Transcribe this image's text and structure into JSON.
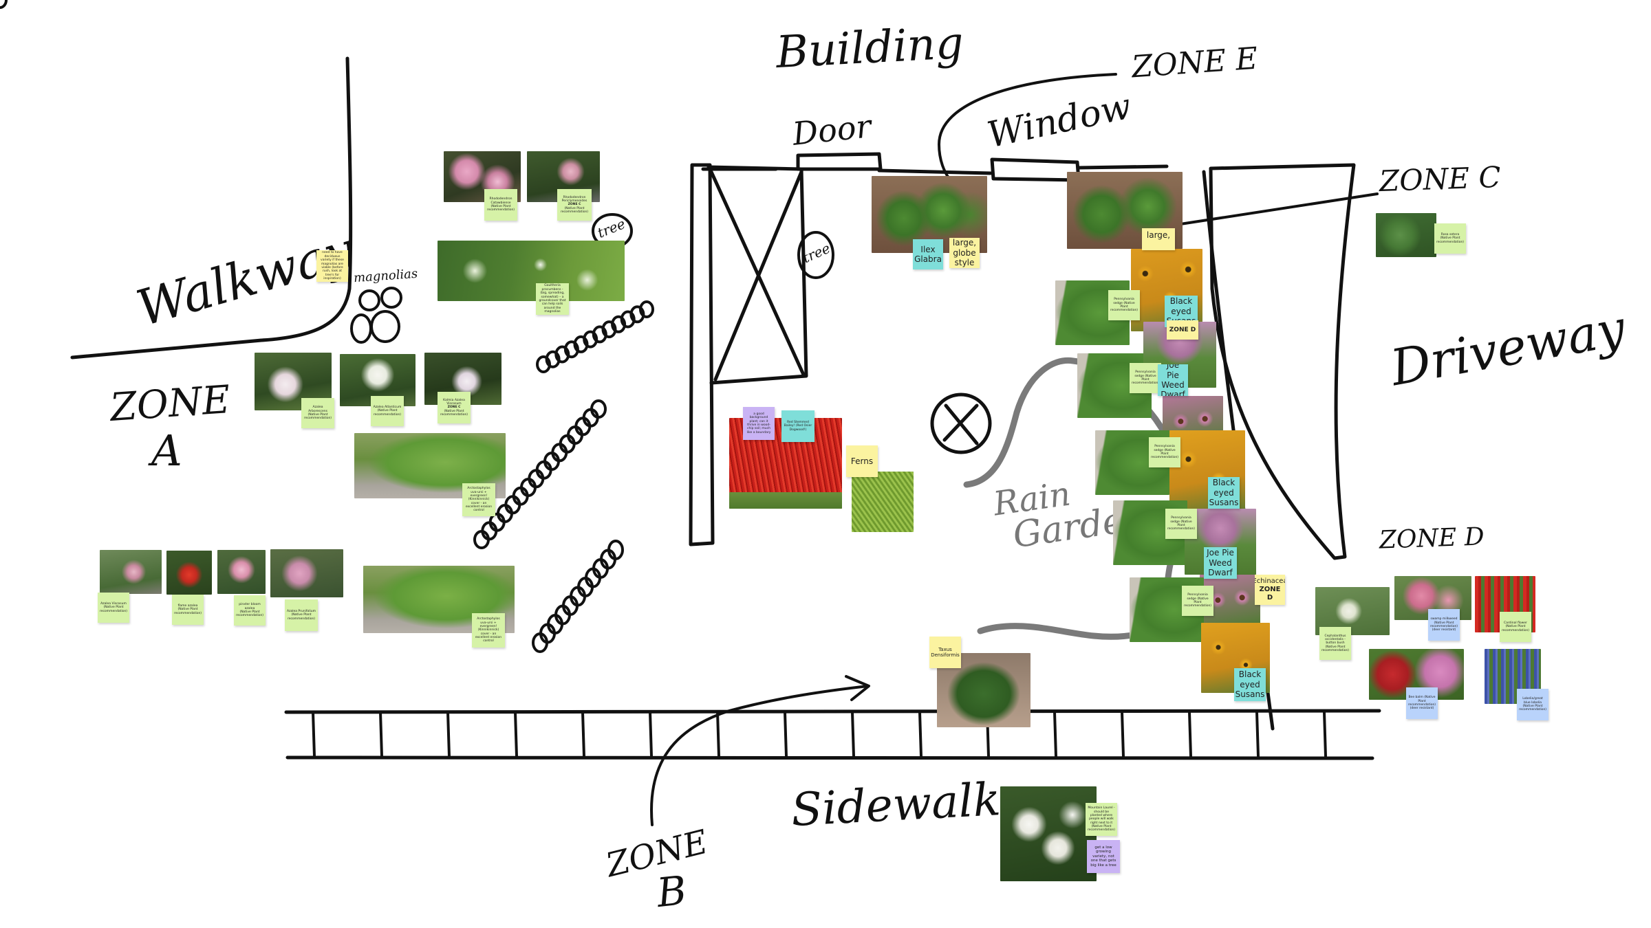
{
  "colors": {
    "ink": "#111111",
    "rain_garden_ink": "#7a7a7a",
    "note_green": "#d6f2a7",
    "note_yellow": "#fbf3a0",
    "note_teal": "#7fded9",
    "note_purple": "#c9b3f4",
    "note_blue": "#b9d3fb"
  },
  "labels": {
    "building": "Building",
    "door": "Door",
    "window": "Window",
    "zone_e": "ZONE E",
    "zone_c": "ZONE C",
    "driveway": "Driveway",
    "walkway": "Walkway",
    "magnolias": "magnolias",
    "zone_a_line1": "ZONE",
    "zone_a_line2": "A",
    "tree_1": "tree",
    "tree_2": "tree",
    "rain_garden_line1": "Rain",
    "rain_garden_line2": "Garden",
    "zone_d": "ZONE D",
    "sidewalk": "Sidewalk",
    "zone_b_line1": "ZONE",
    "zone_b_line2": "B"
  },
  "notes": {
    "walkway_note": "need to have deciduous variety if these magnolias are viable (before rush, look at tree's for inspiration)",
    "rhododendron_catawbiense": "Rhododendron Catawbiense",
    "rhododendron_catawbiense_src": "(Native Plant recommendation)",
    "rhododendron_periclymenoides": "Rhododendron Periclymenoides",
    "zone_c_label": "ZONE C",
    "rhododendron_periclymenoides_src": "(Native Plant recommendation)",
    "groundcover_note": "Gaultheria procumbens - (big, spreading, somewhat) – a groundcover that can help soils around the magnolias",
    "azalea_arborescens_top": "Azalea Arborescens",
    "azalea_arborescens_top_src": "(Native Plant recommendation)",
    "azalea_atlanticum": "Azalea Atlanticum",
    "azalea_atlanticum_src": "(Native Plant recommendation)",
    "kalmia_azalea": "Kalmia Azalea Viscosum",
    "zone_c_label_2": "ZONE C",
    "kalmia_azalea_src": "(Native Plant recommendation)",
    "arctostaphylos_1": "Arctostaphylos uva-ursi + evergreen! (Kinnikinnick) cover - an excellent erosion control",
    "azalea_viscosum": "Azalea Viscosum",
    "azalea_viscosum_src": "(Native Plant recommendation)",
    "flame_azalea": "flame azalea",
    "flame_azalea_src": "(Native Plant recommendation)",
    "pinxter_azalea": "pinxter bloom azalea",
    "pinxter_azalea_src": "(Native Plant recommendation)",
    "azalea_prunifolium": "Azalea Prunifolium",
    "azalea_prunifolium_src": "(Native Plant recommendation)",
    "arctostaphylos_2": "Arctostaphylos uva-ursi + evergreen! (Kinnikinnick) cover - an excellent erosion control",
    "ilex_glabra": "Ilex Glabra",
    "large_globe": "large, globe style",
    "large_cut": "large,",
    "zone_c_right": "Rosa setera (Native Plant recommendation)",
    "purple_note": "a good background plant; can it thrive in wood-chip soil; much like a boundary",
    "red_twig_dogwood": "Red Stemmed Bailey! (Red Osier Dogwood!)",
    "ferns": "Ferns",
    "pennsylvania_sedge_1": "Pennsylvania sedge (Native Plant recommendation)",
    "black_eyed_susans_1": "Black eyed Susans",
    "zone_d_1": "ZONE D",
    "pennsylvania_sedge_2": "Pennsylvania sedge (Native Plant recommendation)",
    "joe_pye_1": "Joe Pie Weed Dwarf",
    "pennsylvania_sedge_3": "Pennsylvania sedge (Native Plant recommendation)",
    "black_eyed_susans_2": "Black eyed Susans",
    "pennsylvania_sedge_4": "Pennsylvania sedge (Native Plant recommendation)",
    "joe_pye_2": "Joe Pie Weed Dwarf",
    "echinacea": "Echinacea",
    "zone_d_2": "ZONE D",
    "pennsylvania_sedge_5": "Pennsylvania sedge (Native Plant recommendation)",
    "black_eyed_susans_3": "Black eyed Susans",
    "taxus": "Taxus Densiformis",
    "cephalanthus": "Cephalanthus occidentalis - button bush (Native Plant recommendation)",
    "swamp_milkweed": "swamp milkweed (Native Plant recommendation) (deer resistant)",
    "cardinal_flower": "Cardinal flower (Native Plant recommendation)",
    "bee_balm": "Bee balm (Native Plant recommendation) (deer resistant)",
    "lobelia": "Lobelia/great blue lobelia (Native Plant recommendation)",
    "mountain_laurel": "Mountain Laurel - should be planted where people will walk right next to it (Native Plant recommendation)",
    "low_growing": "get a low growing variety, not one that gets big like a tree"
  }
}
